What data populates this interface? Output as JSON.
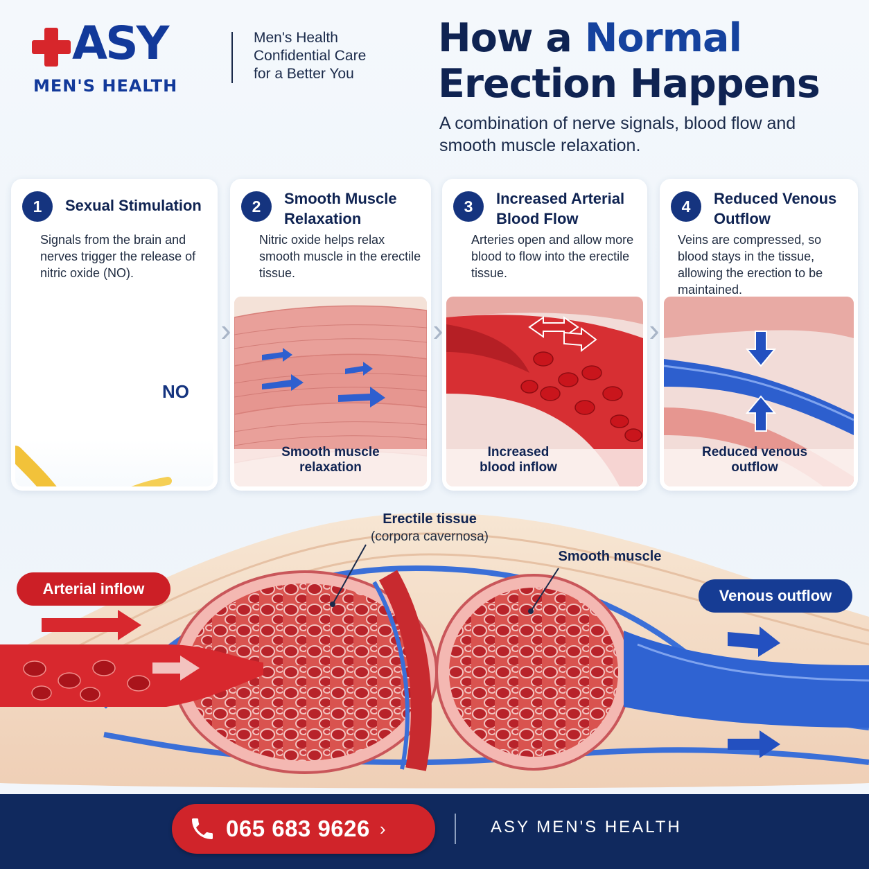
{
  "brand": {
    "logo_text": "ASY",
    "logo_sub": "MEN'S HEALTH",
    "tagline": [
      "Men's Health",
      "Confidential Care",
      "for a Better You"
    ]
  },
  "header": {
    "title_part1": "How a ",
    "title_accent": "Normal",
    "title_part2": "Erection Happens",
    "subtitle": "A combination of nerve signals, blood flow and smooth muscle relaxation."
  },
  "steps": [
    {
      "number": "1",
      "title": "Sexual Stimulation",
      "description": "Signals from the brain and nerves trigger the release of nitric oxide (NO).",
      "art_label": "NO",
      "caption": ""
    },
    {
      "number": "2",
      "title": "Smooth Muscle Relaxation",
      "description": "Nitric oxide helps relax smooth muscle in the erectile tissue.",
      "caption": "Smooth muscle relaxation"
    },
    {
      "number": "3",
      "title": "Increased Arterial Blood Flow",
      "description": "Arteries open and allow more blood to flow into the erectile tissue.",
      "caption": "Increased blood inflow"
    },
    {
      "number": "4",
      "title": "Reduced Venous Outflow",
      "description": "Veins are compressed, so blood stays in the tissue, allowing the erection to be maintained.",
      "caption": "Reduced venous outflow"
    }
  ],
  "anatomy": {
    "arterial_inflow": "Arterial inflow",
    "venous_outflow": "Venous outflow",
    "erectile_tissue": "Erectile tissue",
    "erectile_tissue_sub": "(corpora cavernosa)",
    "smooth_muscle": "Smooth muscle"
  },
  "footer": {
    "phone": "065 683 9626",
    "phone_chevron": "›",
    "brand": "ASY MEN'S HEALTH"
  },
  "colors": {
    "navy": "#0f2352",
    "brand_blue": "#12399a",
    "red": "#cc1f26",
    "footer_bg": "#10295e"
  },
  "icons": [
    "cross-icon",
    "phone-icon",
    "chevron-right-icon"
  ]
}
